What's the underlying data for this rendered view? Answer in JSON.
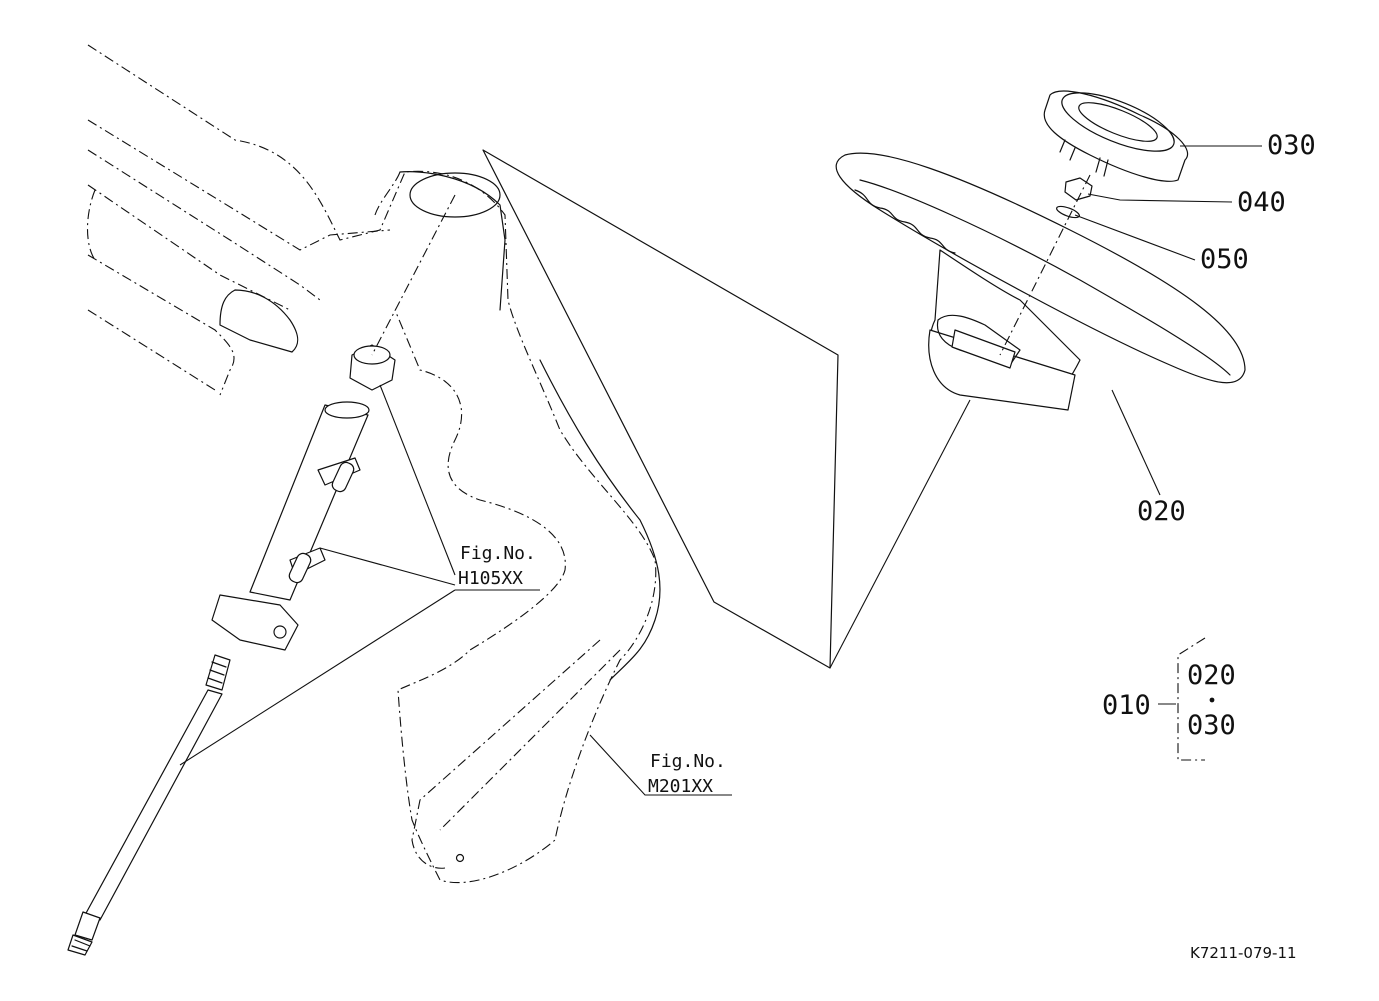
{
  "parts": {
    "p030": "030",
    "p040": "040",
    "p050": "050",
    "p020": "020",
    "p010": "010",
    "group_020": "020",
    "group_030": "030"
  },
  "figure_refs": {
    "h105_caption": "Fig.No.",
    "h105_number": "H105XX",
    "m201_caption": "Fig.No.",
    "m201_number": "M201XX"
  },
  "drawing_code": "K7211-079-11",
  "icons": [
    "steering-wheel-icon",
    "hub-cap-icon",
    "nut-icon",
    "washer-icon",
    "steering-column-icon",
    "steering-shaft-icon",
    "bushing-icon",
    "dashboard-panel-icon"
  ]
}
